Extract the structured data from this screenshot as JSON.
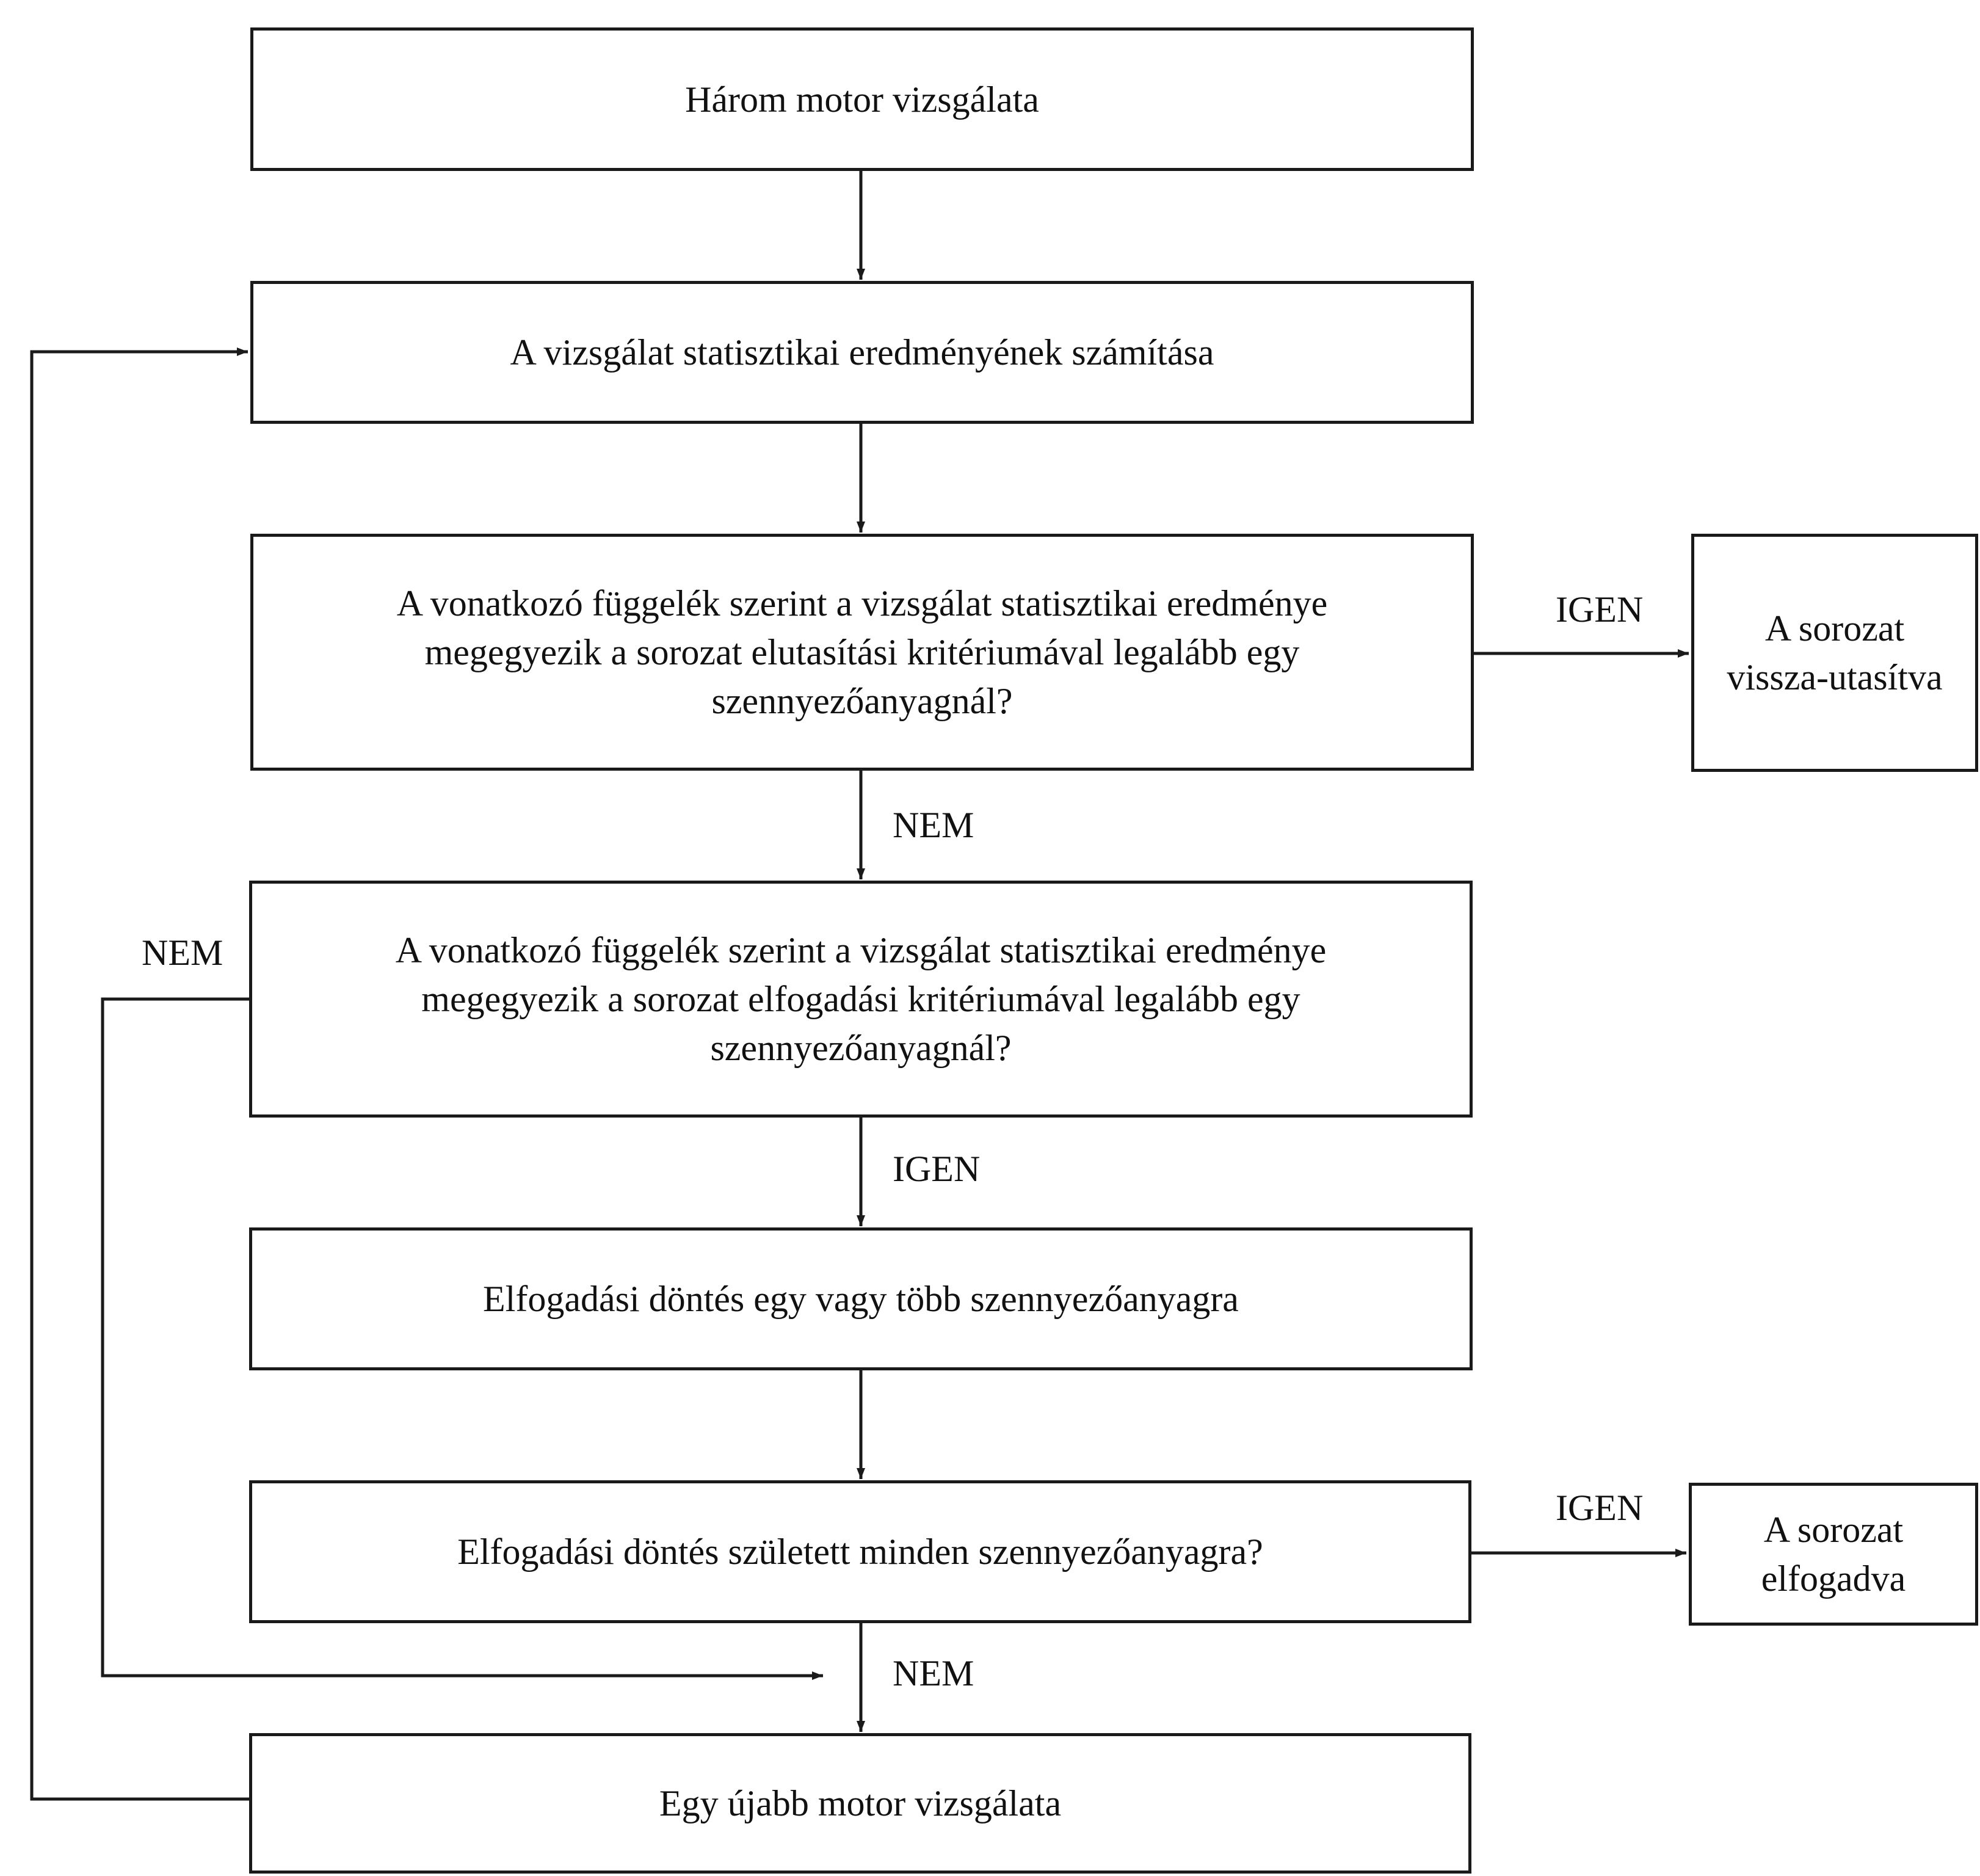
{
  "boxes": {
    "b1": "Három motor vizsgálata",
    "b2": "A vizsgálat statisztikai eredményének számítása",
    "b3": [
      "A vonatkozó függelék szerint a vizsgálat statisztikai eredménye",
      "megegyezik a sorozat elutasítási kritériumával legalább egy",
      "szennyezőanyagnál?"
    ],
    "b4": [
      "A vonatkozó függelék szerint a vizsgálat statisztikai eredménye",
      "megegyezik a sorozat elfogadási kritériumával legalább egy",
      "szennyezőanyagnál?"
    ],
    "b5": "Elfogadási döntés egy vagy több szennyezőanyagra",
    "b6": "Elfogadási döntés született minden szennyezőanyagra?",
    "b7": "Egy újabb motor vizsgálata",
    "reject": [
      "A sorozat",
      "vissza-utasítva"
    ],
    "accept": [
      "A sorozat",
      "elfogadva"
    ]
  },
  "labels": {
    "igen_reject": "IGEN",
    "nem_b3": "NEM",
    "nem_b4_left": "NEM",
    "igen_b4": "IGEN",
    "igen_accept": "IGEN",
    "nem_b6": "NEM"
  }
}
